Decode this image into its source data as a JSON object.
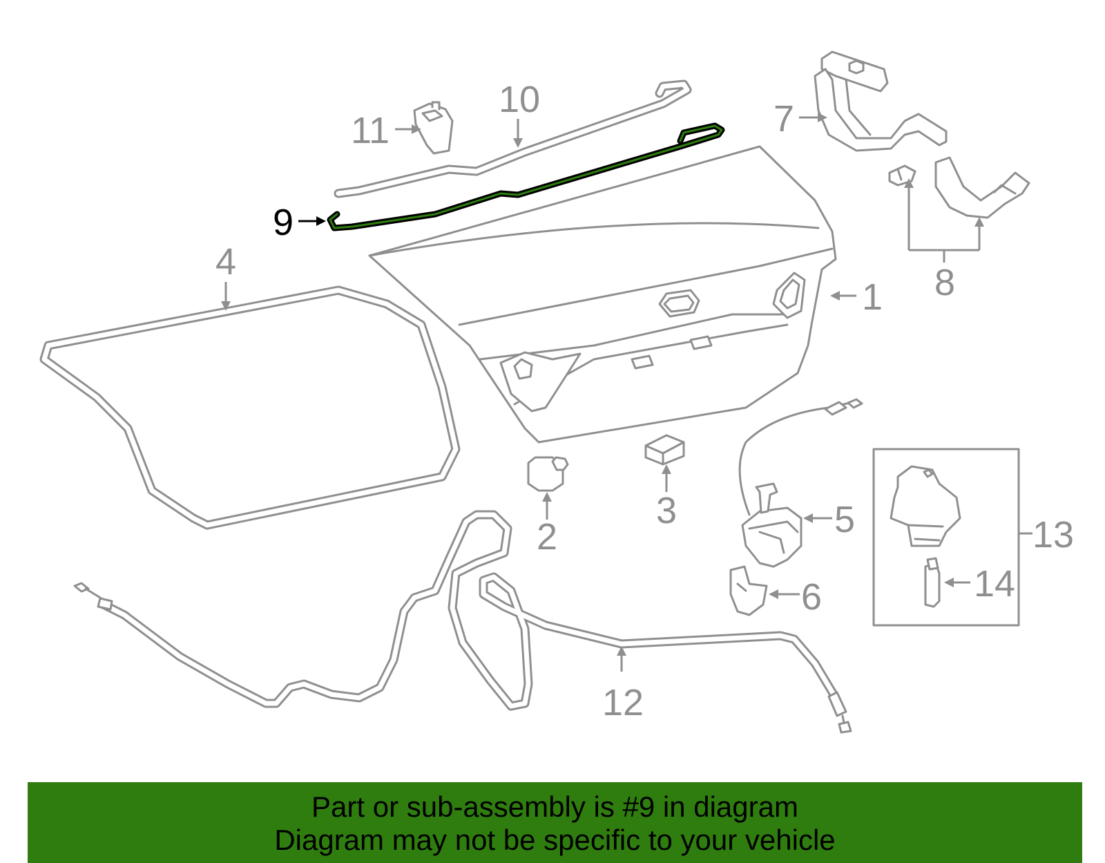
{
  "diagram": {
    "highlighted_part": "9",
    "callouts": [
      "1",
      "2",
      "3",
      "4",
      "5",
      "6",
      "7",
      "8",
      "9",
      "10",
      "11",
      "12",
      "13",
      "14"
    ]
  },
  "colors": {
    "line": "#8f8f8f",
    "highlight_line": "#000000",
    "highlight_fill": "#2f7d0f",
    "banner_background": "#2f7d0f",
    "banner_text": "#000000"
  },
  "banner": {
    "line1": "Part or sub-assembly is #9 in diagram",
    "line2": "Diagram may not be specific to your vehicle"
  }
}
